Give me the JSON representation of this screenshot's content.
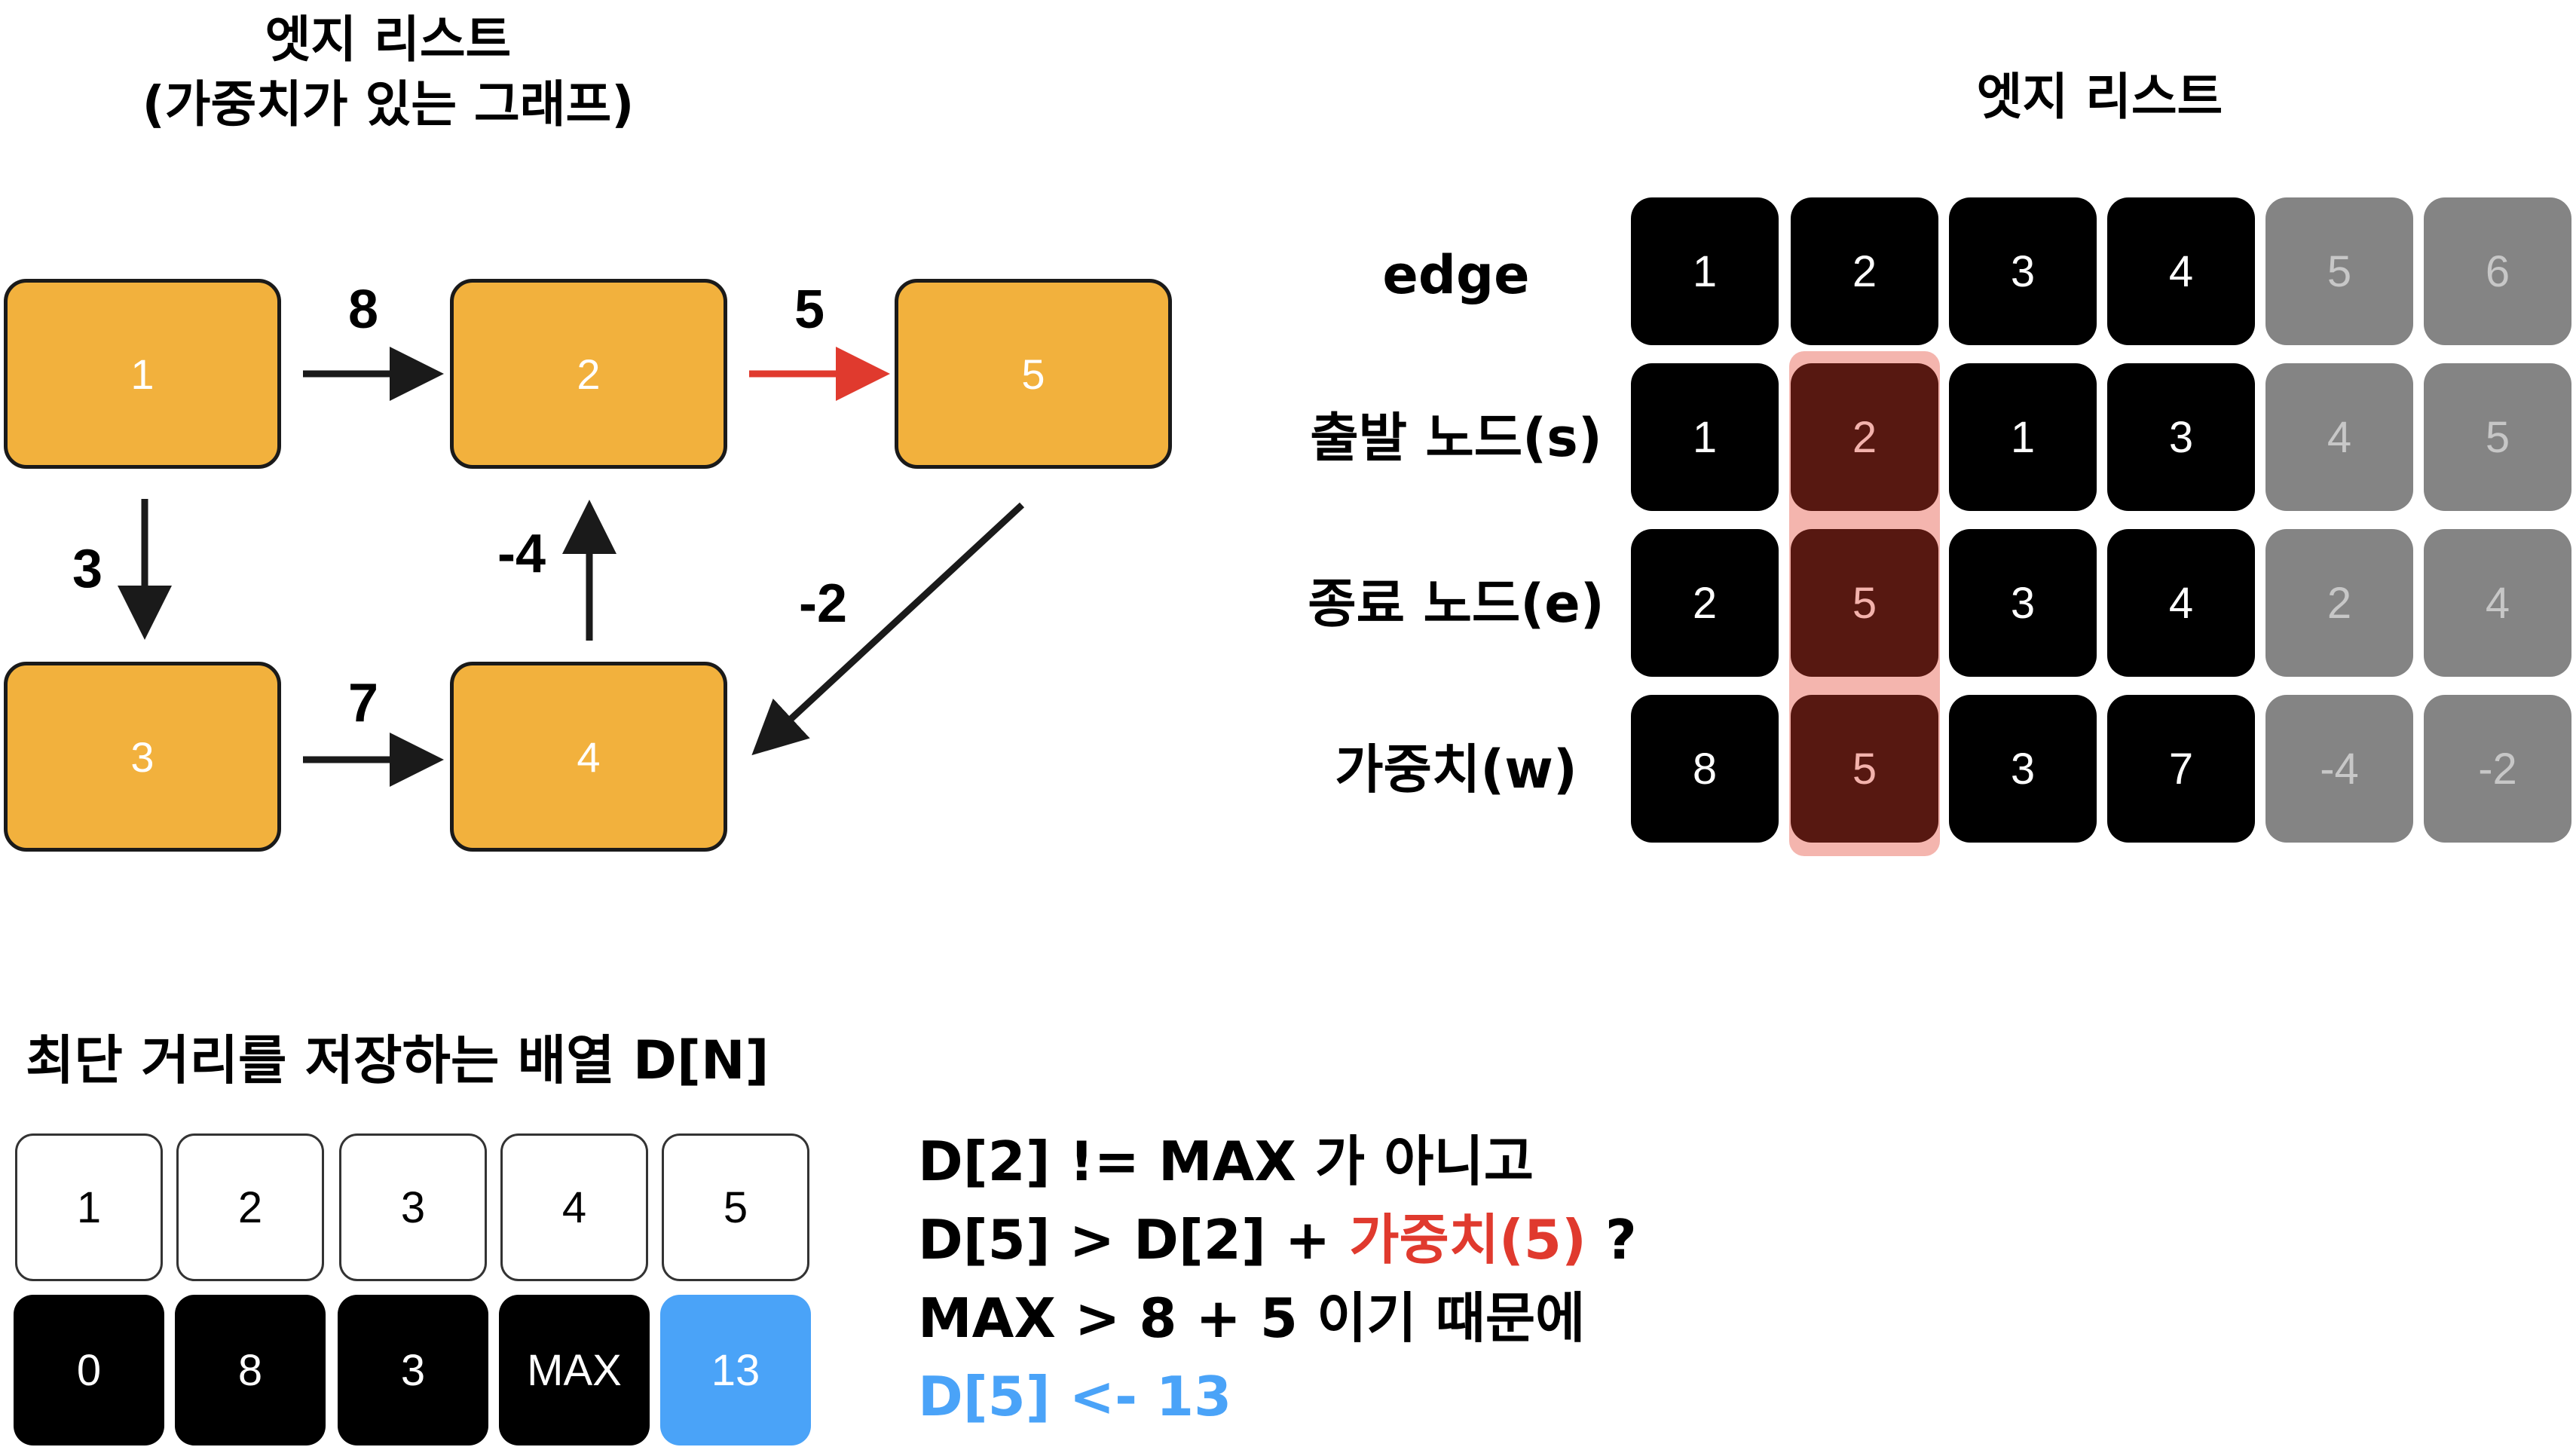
{
  "graph": {
    "title_line1": "엣지 리스트",
    "title_line2": "(가중치가 있는 그래프)",
    "nodes": {
      "n1": "1",
      "n2": "2",
      "n3": "3",
      "n4": "4",
      "n5": "5"
    },
    "weights": {
      "w12": "8",
      "w25": "5",
      "w13": "3",
      "w42": "-4",
      "w54": "-2",
      "w34": "7"
    },
    "colors": {
      "node_fill": "#f2b13d",
      "highlight_edge": "#e03a2e",
      "edge": "#1a1a1a"
    }
  },
  "edge_list": {
    "title": "엣지 리스트",
    "row_labels": [
      "edge",
      "출발 노드(s)",
      "종료 노드(e)",
      "가중치(w)"
    ],
    "rows": [
      [
        "1",
        "2",
        "3",
        "4",
        "5",
        "6"
      ],
      [
        "1",
        "2",
        "1",
        "3",
        "4",
        "5"
      ],
      [
        "2",
        "5",
        "3",
        "4",
        "2",
        "4"
      ],
      [
        "8",
        "5",
        "3",
        "7",
        "-4",
        "-2"
      ]
    ],
    "highlight_column": 2,
    "colors": {
      "cell": "#000000",
      "inactive": "#848484",
      "highlight": "#571811",
      "highlight_band": "#f4b5ae"
    }
  },
  "distance_array": {
    "title": "최단 거리를 저장하는 배열 D[N]",
    "indices": [
      "1",
      "2",
      "3",
      "4",
      "5"
    ],
    "values": [
      "0",
      "8",
      "3",
      "MAX",
      "13"
    ],
    "colors": {
      "value_cell": "#000000",
      "updated_cell": "#4aa3f8"
    }
  },
  "explanation": {
    "line1": "D[2] != MAX 가 아니고",
    "line2_prefix": "D[5] > D[2] + ",
    "line2_red": "가중치(5)",
    "line2_suffix": " ?",
    "line3": "MAX > 8 + 5 이기 때문에",
    "line4": "D[5] <- 13",
    "colors": {
      "red": "#e03a2e",
      "blue": "#4aa3f8"
    }
  }
}
